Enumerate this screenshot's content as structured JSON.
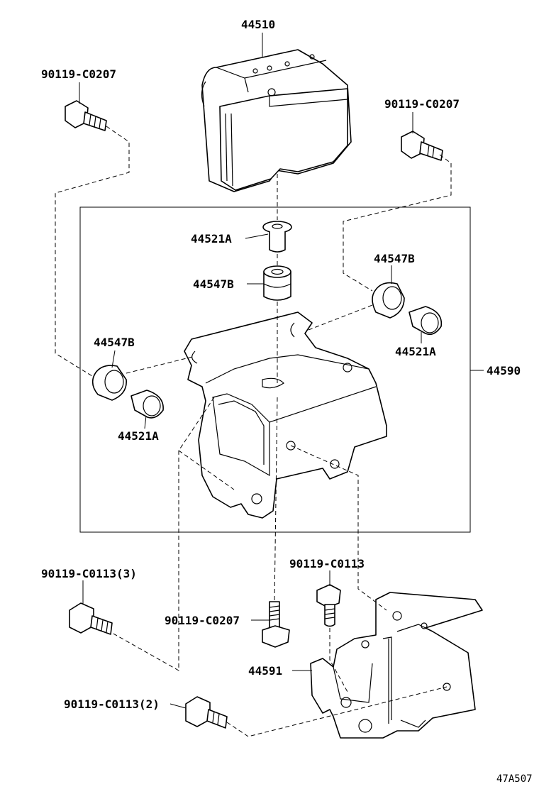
{
  "labels": {
    "p44510": "44510",
    "bolt_top_left": "90119-C0207",
    "bolt_top_right": "90119-C0207",
    "p44521a_center": "44521A",
    "p44547b_center": "44547B",
    "p44547b_right": "44547B",
    "p44521a_right": "44521A",
    "p44590": "44590",
    "p44547b_left": "44547B",
    "p44521a_left": "44521A",
    "bolt_c0113_3": "90119-C0113(3)",
    "bolt_c0113": "90119-C0113",
    "bolt_center_bottom": "90119-C0207",
    "p44591": "44591",
    "bolt_c0113_2": "90119-C0113(2)",
    "diagram_code": "47A507"
  }
}
